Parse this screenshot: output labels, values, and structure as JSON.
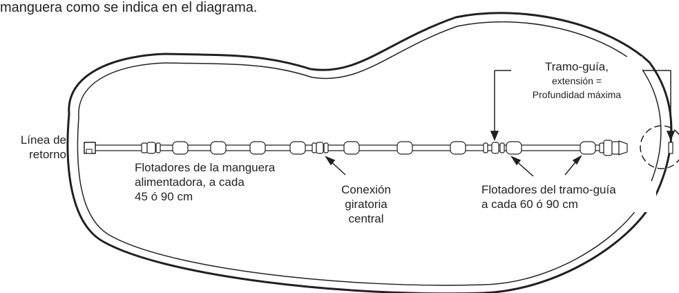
{
  "intro_text": "manguera como se indica en el diagrama.",
  "labels": {
    "linea_retorno": [
      "Línea de",
      "retorno"
    ],
    "flotadores_manguera": [
      "Flotadores de la manguera",
      "alimentadora, a cada",
      "45 ó 90 cm"
    ],
    "conexion_giratoria": [
      "Conexión",
      "giratoria",
      "central"
    ],
    "flotadores_tramo": [
      "Flotadores del tramo-guía",
      "a cada 60 ó 90 cm"
    ],
    "tramo_guia_title": "Tramo-guía,",
    "tramo_guia_sub": [
      "extensión =",
      "Profundidad máxima"
    ]
  },
  "colors": {
    "ink": "#231f20",
    "background": "#ffffff"
  }
}
